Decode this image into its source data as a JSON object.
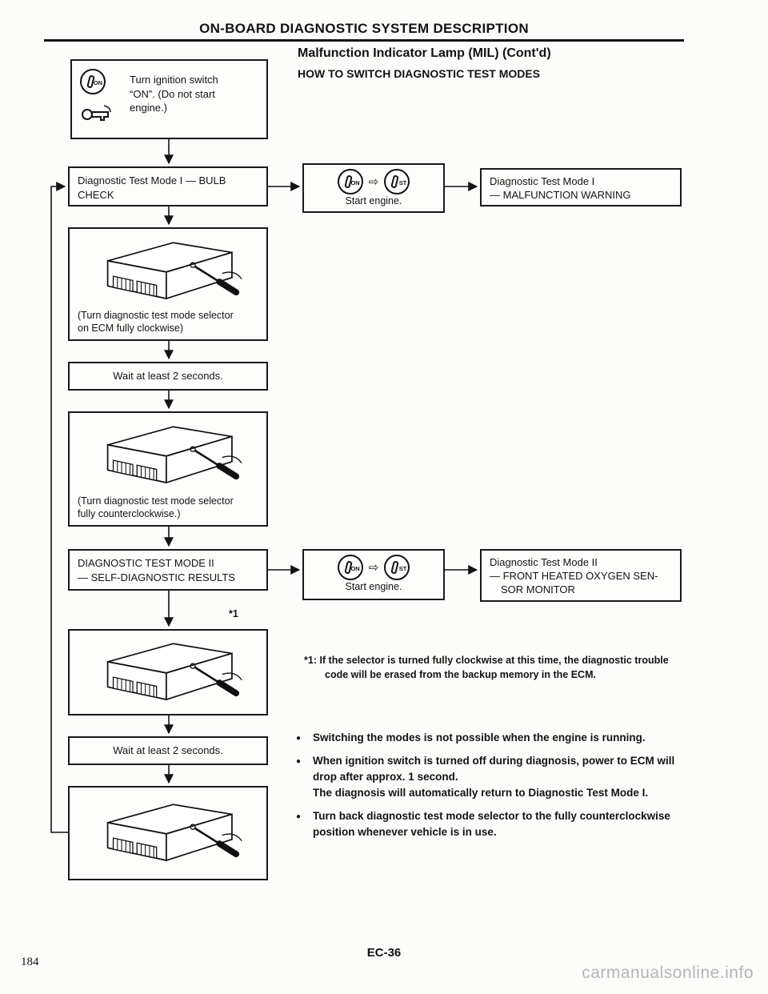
{
  "header": {
    "title": "ON-BOARD DIAGNOSTIC SYSTEM DESCRIPTION"
  },
  "section": {
    "title": "Malfunction Indicator Lamp (MIL) (Cont'd)",
    "subtitle": "HOW TO SWITCH DIAGNOSTIC TEST MODES"
  },
  "flowchart": {
    "start": "Turn ignition switch\n“ON”. (Do not start\nengine.)",
    "mode1": "Diagnostic Test Mode I — BULB\nCHECK",
    "ecm_clockwise_caption": "(Turn diagnostic test mode selector\non ECM fully clockwise)",
    "wait1": "Wait at least 2 seconds.",
    "ecm_ccw_caption": "(Turn diagnostic test mode selector\nfully counterclockwise.)",
    "mode2": "DIAGNOSTIC TEST MODE II\n— SELF-DIAGNOSTIC RESULTS",
    "footnote_ref": "*1",
    "wait2": "Wait at least 2 seconds.",
    "start_engine1": "Start engine.",
    "start_engine2": "Start engine.",
    "result1_line1": "Diagnostic Test Mode I",
    "result1_line2": "— MALFUNCTION WARNING",
    "result2_line1": "Diagnostic Test Mode II",
    "result2_line2": "— FRONT HEATED OXYGEN SEN-",
    "result2_line3": "SOR MONITOR",
    "ignition_on": "ON",
    "ignition_st": "ST"
  },
  "icons": {
    "turn_arrow": "⇨"
  },
  "notes": {
    "footnote": "*1: If the selector is turned fully clockwise at this time, the diagnostic trouble code will be erased from the backup memory in the ECM.",
    "bullets": [
      "Switching the modes is not possible when the engine is running.",
      "When ignition switch is turned off during diagnosis, power to ECM will drop after approx. 1 second.\nThe diagnosis will automatically return to Diagnostic Test Mode I.",
      "Turn back diagnostic test mode selector to the fully counterclockwise position whenever vehicle is in use."
    ]
  },
  "footer": {
    "page_code": "EC-36",
    "page_number": "184",
    "watermark": "carmanualsonline.info"
  }
}
